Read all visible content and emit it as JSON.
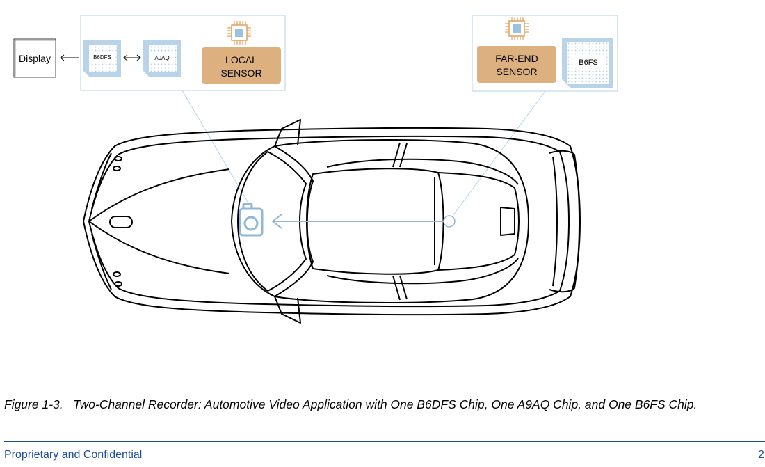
{
  "diagram": {
    "display_label": "Display",
    "chip_b6dfs": "B6DFS",
    "chip_a9aq": "A9AQ",
    "local_sensor": [
      "LOCAL",
      "SENSOR"
    ],
    "far_end_sensor": [
      "FAR-END",
      "SENSOR"
    ],
    "chip_b6fs": "B6FS",
    "colors": {
      "accent_blue": "#b9d3e8",
      "panel_border": "#c5dced",
      "sensor_fill": "#ddb07f",
      "chip_orange": "#e3a15c",
      "car_stroke": "#000000",
      "camera_blue": "#8fb8d8"
    }
  },
  "caption": {
    "figure_number": "Figure 1-3.",
    "text": "Two-Channel Recorder:  Automotive Video Application with One B6DFS Chip, One A9AQ Chip, and One B6FS Chip."
  },
  "footer": {
    "left": "Proprietary and Confidential",
    "page": "2"
  }
}
